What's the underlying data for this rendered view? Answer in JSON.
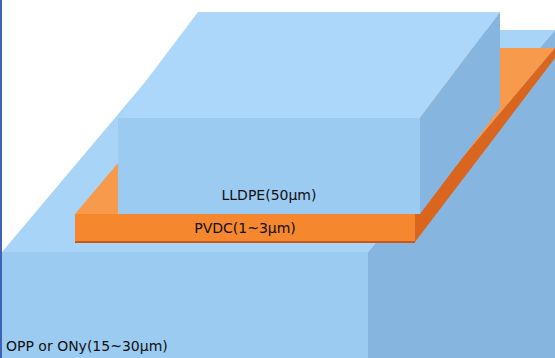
{
  "diagram": {
    "nodes": [
      {
        "text": [
          "LLDPE(50μm)"
        ]
      },
      {
        "text": [
          "PVDC(1~3μm)"
        ]
      },
      {
        "text": [
          "OPP or ONy(15~30μm)"
        ]
      }
    ]
  }
}
